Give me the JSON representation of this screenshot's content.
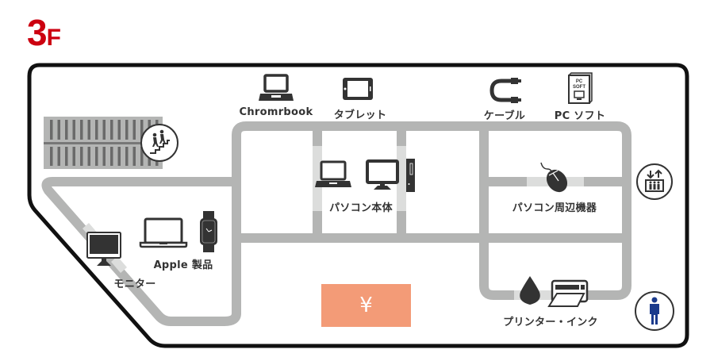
{
  "floor": {
    "number": "3",
    "unit": "F",
    "color": "#cc0010"
  },
  "colors": {
    "wall": "#111111",
    "aisle": "#b4b5b4",
    "aisle_highlight": "#dcdddc",
    "icon": "#333333",
    "cashier": "#f39b77",
    "restroom": "#1a3a8c"
  },
  "zones": [
    {
      "id": "chromebook",
      "label": "Chromrbook",
      "icon": "laptop-icon"
    },
    {
      "id": "tablet",
      "label": "タブレット",
      "icon": "tablet-icon"
    },
    {
      "id": "cable",
      "label": "ケーブル",
      "icon": "cable-icon"
    },
    {
      "id": "pc-soft",
      "label": "PC ソフト",
      "icon": "software-box-icon",
      "icon_text": [
        "PC",
        "SOFT"
      ]
    },
    {
      "id": "pc-main",
      "label": "パソコン本体",
      "icon": "desktop-pc-icon"
    },
    {
      "id": "pc-peripherals",
      "label": "パソコン周辺機器",
      "icon": "mouse-icon"
    },
    {
      "id": "apple",
      "label": "Apple 製品",
      "icon": "apple-devices-icon"
    },
    {
      "id": "monitor",
      "label": "モニター",
      "icon": "monitor-icon"
    },
    {
      "id": "printer-ink",
      "label": "プリンター・インク",
      "icon": "printer-icon"
    }
  ],
  "facilities": {
    "stairs": {
      "icon": "stairs-icon"
    },
    "elevator": {
      "icon": "elevator-icon"
    },
    "restroom": {
      "icon": "mens-restroom-icon"
    },
    "cashier": {
      "label": "¥",
      "icon": "cashier-icon"
    }
  }
}
